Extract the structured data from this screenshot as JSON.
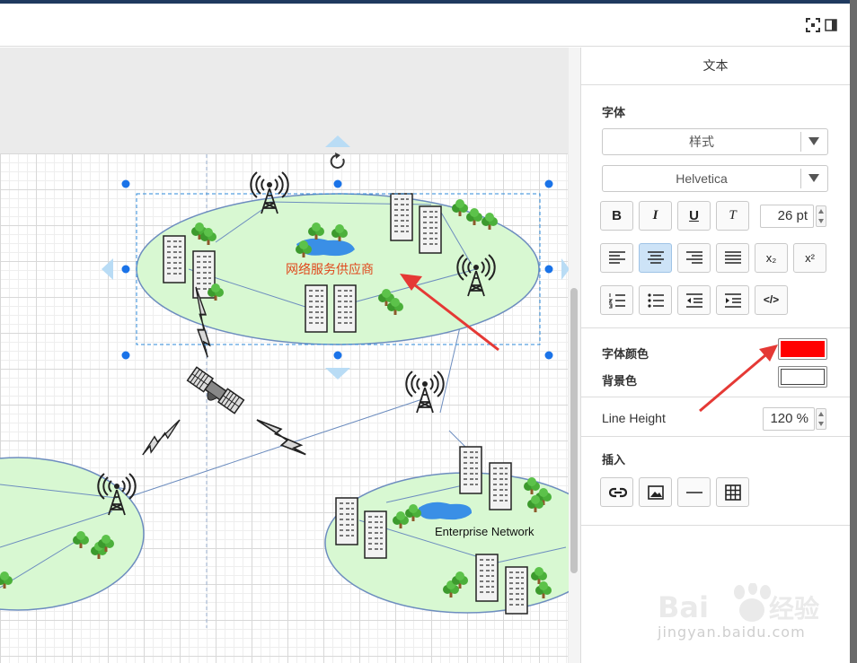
{
  "panel": {
    "title": "文本",
    "font_section_label": "字体",
    "style_select": "样式",
    "font_family_select": "Helvetica",
    "font_size": "26 pt",
    "format_buttons": {
      "bold": "B",
      "italic": "I",
      "underline": "U",
      "clear_format": "T",
      "subscript": "x₂",
      "superscript": "x²",
      "html": "</>"
    },
    "font_color_label": "字体颜色",
    "font_color": "#ff0000",
    "background_label": "背景色",
    "background_color": "#ffffff",
    "line_height_label": "Line Height",
    "line_height": "120 %",
    "insert_label": "插入"
  },
  "diagram": {
    "selected_label": "网络服务供应商",
    "selected_label_color": "#e0481c",
    "enterprise_label": "Enterprise Network",
    "ellipse_fill": "#d8f8d2",
    "ellipse_stroke": "#6d8dbf"
  },
  "watermark": {
    "brand": "Baidu经验",
    "url": "jingyan.baidu.com"
  },
  "colors": {
    "accent_blue": "#1e90ff",
    "selection_handle": "#1a73e8",
    "arrow_red": "#e53935"
  }
}
